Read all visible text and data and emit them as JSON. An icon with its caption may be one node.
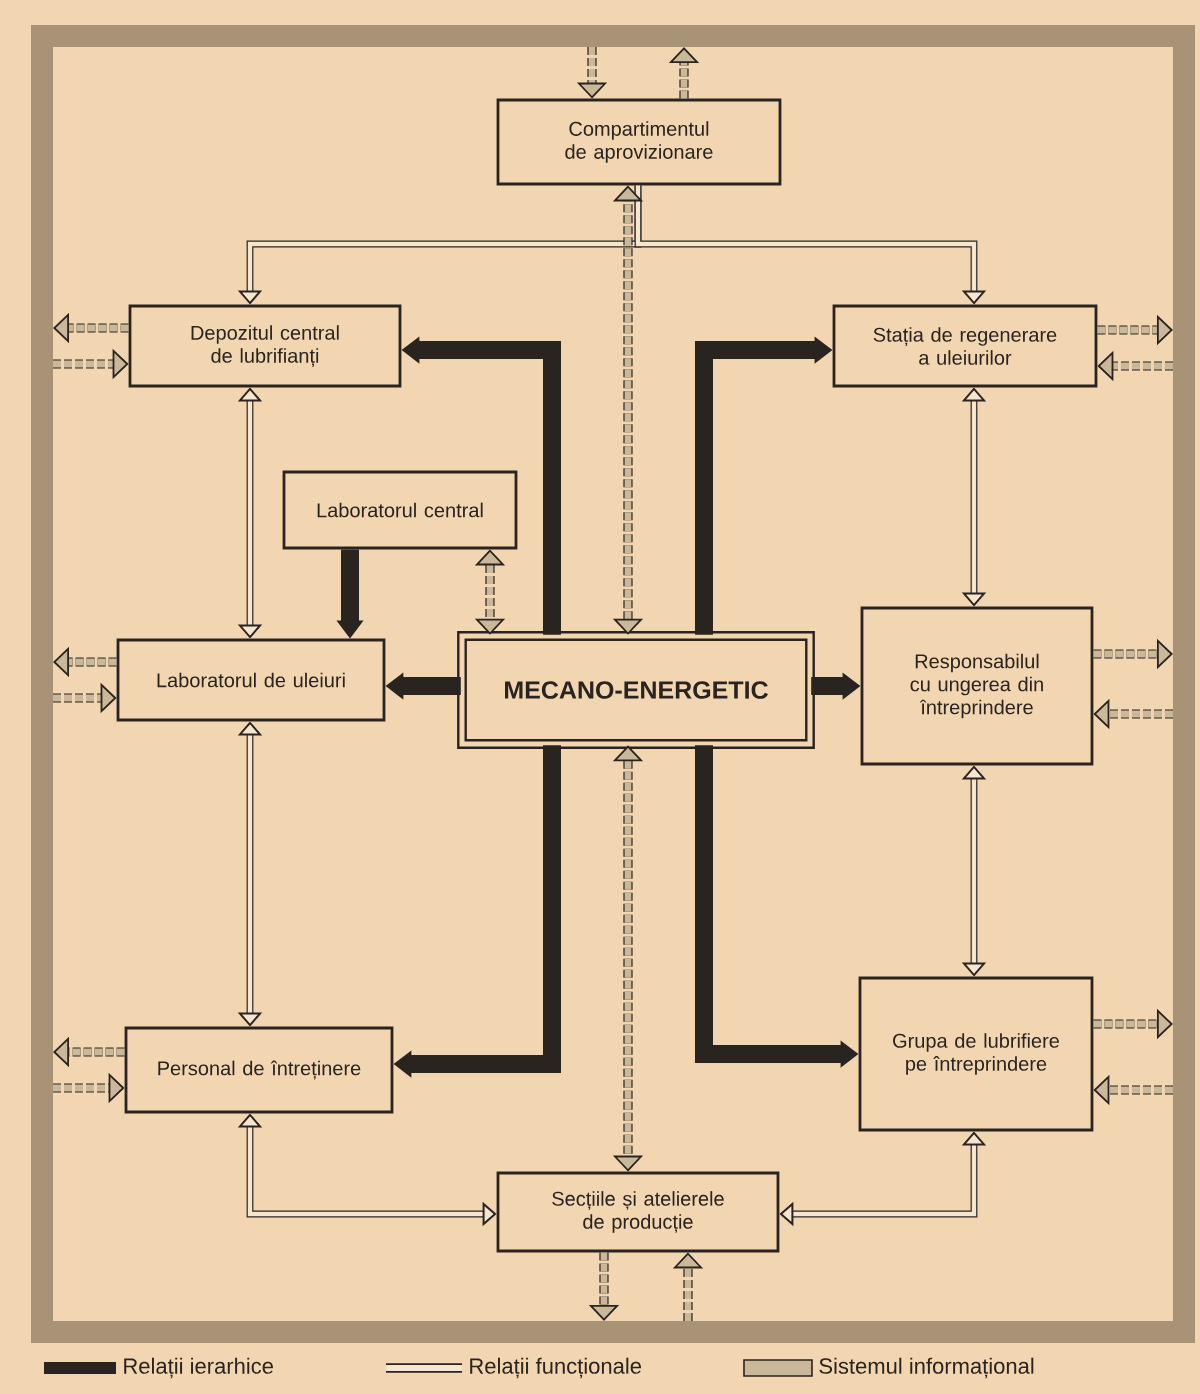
{
  "diagram": {
    "nodes": [
      {
        "text": [],
        "shape": "box"
      },
      {
        "text": [
          "Compartimentul de aprovizionare"
        ],
        "in": 0
      },
      {
        "text": [
          "Depozitul central de lubrifianți"
        ],
        "in": 0
      },
      {
        "text": [
          "Stația de regenerare a uleiurilor"
        ],
        "in": 0
      },
      {
        "text": [
          "Laboratorul central"
        ],
        "in": 0
      },
      {
        "text": [
          "Laboratorul de uleiuri"
        ],
        "in": 0
      },
      {
        "text": [
          "MECANO-ENERGETIC"
        ],
        "in": 0
      },
      {
        "text": [
          "Responsabilul cu ungerea din întreprindere"
        ],
        "in": 0
      },
      {
        "text": [
          "Personal de întreținere"
        ],
        "in": 0
      },
      {
        "text": [
          "Grupa de lubrifiere pe întreprindere"
        ],
        "in": 0
      },
      {
        "text": [
          "Secțiile și atelierele de producție"
        ],
        "in": 0
      }
    ],
    "edges": [
      {
        "from": 6,
        "to": 2,
        "arrow": "to",
        "style": "thick"
      },
      {
        "from": 6,
        "to": 5,
        "arrow": "to",
        "style": "thick"
      },
      {
        "from": 6,
        "to": 8,
        "arrow": "to",
        "style": "thick"
      },
      {
        "from": 6,
        "to": 3,
        "arrow": "to",
        "style": "thick"
      },
      {
        "from": 6,
        "to": 7,
        "arrow": "to",
        "style": "thick"
      },
      {
        "from": 6,
        "to": 9,
        "arrow": "to",
        "style": "thick"
      },
      {
        "from": 4,
        "to": 5,
        "arrow": "to",
        "style": "thick"
      },
      {
        "from": 1,
        "to": 2,
        "arrow": "to"
      },
      {
        "from": 1,
        "to": 3,
        "arrow": "to"
      },
      {
        "from": 2,
        "to": 5,
        "arrow": "both"
      },
      {
        "from": 5,
        "to": 8,
        "arrow": "both"
      },
      {
        "from": 8,
        "to": 10,
        "arrow": "both"
      },
      {
        "from": 3,
        "to": 7,
        "arrow": "both"
      },
      {
        "from": 7,
        "to": 9,
        "arrow": "both"
      },
      {
        "from": 9,
        "to": 10,
        "arrow": "both"
      },
      {
        "from": 6,
        "to": 1,
        "arrow": "both",
        "style": "dashed"
      },
      {
        "from": 6,
        "to": 10,
        "arrow": "both",
        "style": "dashed"
      },
      {
        "from": 4,
        "to": 6,
        "arrow": "both",
        "style": "dashed"
      },
      {
        "from": 0,
        "to": 1,
        "arrow": "to",
        "style": "dashed"
      },
      {
        "from": 1,
        "to": 0,
        "arrow": "to",
        "style": "dashed"
      },
      {
        "from": 2,
        "to": 0,
        "arrow": "to",
        "style": "dashed"
      },
      {
        "from": 0,
        "to": 2,
        "arrow": "to",
        "style": "dashed"
      },
      {
        "from": 5,
        "to": 0,
        "arrow": "to",
        "style": "dashed"
      },
      {
        "from": 0,
        "to": 5,
        "arrow": "to",
        "style": "dashed"
      },
      {
        "from": 8,
        "to": 0,
        "arrow": "to",
        "style": "dashed"
      },
      {
        "from": 0,
        "to": 8,
        "arrow": "to",
        "style": "dashed"
      },
      {
        "from": 3,
        "to": 0,
        "arrow": "to",
        "style": "dashed"
      },
      {
        "from": 0,
        "to": 3,
        "arrow": "to",
        "style": "dashed"
      },
      {
        "from": 7,
        "to": 0,
        "arrow": "to",
        "style": "dashed"
      },
      {
        "from": 0,
        "to": 7,
        "arrow": "to",
        "style": "dashed"
      },
      {
        "from": 9,
        "to": 0,
        "arrow": "to",
        "style": "dashed"
      },
      {
        "from": 0,
        "to": 9,
        "arrow": "to",
        "style": "dashed"
      },
      {
        "from": 10,
        "to": 0,
        "arrow": "to",
        "style": "dashed"
      },
      {
        "from": 0,
        "to": 10,
        "arrow": "to",
        "style": "dashed"
      }
    ],
    "legend": [
      {
        "text": "Relații ierarhice"
      },
      {
        "text": "Relații funcționale"
      },
      {
        "text": "Sistemul informațional"
      }
    ]
  }
}
